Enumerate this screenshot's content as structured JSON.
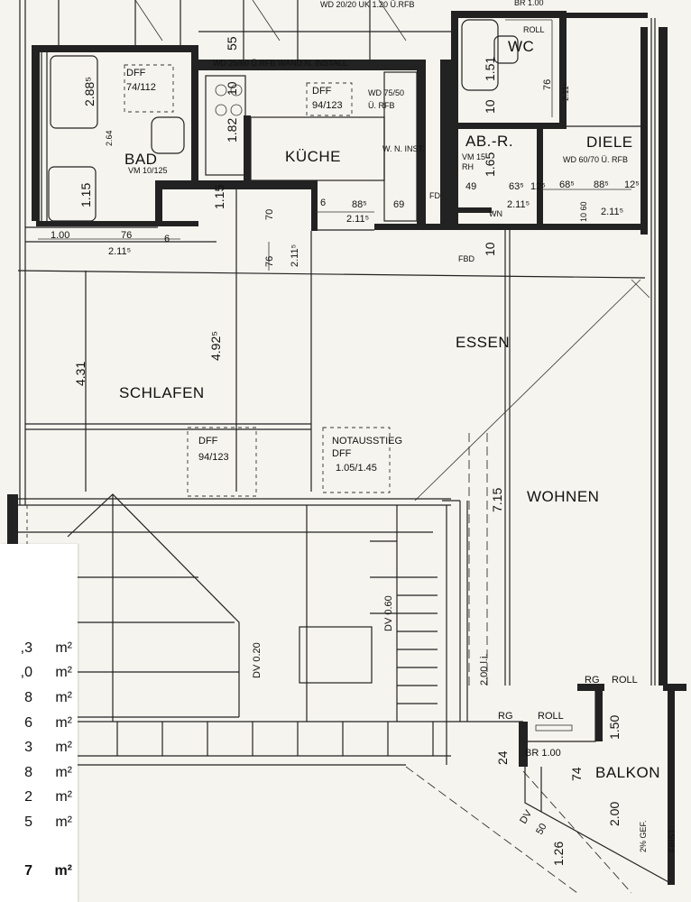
{
  "rooms": {
    "bad": "BAD",
    "kueche": "KÜCHE",
    "wc": "WC",
    "abr": "AB.-R.",
    "diele": "DIELE",
    "essen": "ESSEN",
    "schlafen": "SCHLAFEN",
    "wohnen": "WOHNEN",
    "balkon": "BALKON"
  },
  "windows": {
    "bad_dff": [
      "DFF",
      "74/112"
    ],
    "kueche_dff": [
      "DFF",
      "94/123"
    ],
    "schlafen_dff": [
      "DFF",
      "94/123"
    ],
    "notausstieg": [
      "NOTAUSSTIEG",
      "DFF",
      "1.05/1.45"
    ]
  },
  "notes": {
    "top_left": "WD 20/20 UK 1.20 Ü.RFB",
    "wand_install": "WD 25/60 Ü.RFB  WAND N. INSTALL.",
    "kueche_wd": [
      "WD 75/50",
      "Ü. RFB"
    ],
    "w_n_inst": "W. N. INST.",
    "diele_wd": "WD 60/70 Ü. RFB",
    "bad_vm": "VM 10/125",
    "abr_vm": [
      "VM 15",
      "RH"
    ],
    "roll": "ROLL",
    "br_top": "BR 1.00",
    "rg_roll": [
      "RG",
      "ROLL"
    ],
    "rg_roll_lower": [
      "RG",
      "ROLL"
    ],
    "br_balkon": "BR 1.00",
    "fd": "FD",
    "fbd": "FBD",
    "wn": "WN",
    "gef": "2% GEF.",
    "first": "FIRST"
  },
  "dimensions": {
    "bad_288": "2.88⁵",
    "bad_115": "1.15",
    "bad_264": "2.64",
    "dim_100": "1.00",
    "dim_76": "76",
    "dim_211_a": "2.11⁵",
    "dim_6": "6",
    "dim_55": "55",
    "dim_10": "10",
    "dim_182": "1.82",
    "dim_115_2": "1.15",
    "dim_6_2": "6",
    "dim_885": "88⁵",
    "dim_69": "69",
    "dim_211_b": "2.11⁵",
    "dim_70": "70",
    "dim_76_2": "76",
    "dim_211_c": "2.11⁵",
    "wc_151": "1.51",
    "wc_10": "10",
    "wc_76": "76",
    "wc_211": "2.11⁵",
    "abr_165": "1.65",
    "abr_49": "49",
    "abr_635": "63⁵",
    "abr_125": "12⁵",
    "abr_211": "2.11⁵",
    "diele_685": "68⁵",
    "diele_885": "88⁵",
    "diele_125": "12⁵",
    "diele_211": "2.11⁵",
    "diele_1060": "10 60",
    "ab_10": "10",
    "schlafen_431": "4.31",
    "schlafen_4925": "4.92⁵",
    "wohnen_715": "7.15",
    "dv_020": "DV 0.20",
    "dv_060": "DV 0.60",
    "dim_200_li": "2.00 l.i.",
    "dim_24": "24",
    "dim_74": "74",
    "balkon_150": "1.50",
    "balkon_200": "2.00",
    "balkon_126": "1.26",
    "dv_50": [
      "DV",
      "50"
    ]
  },
  "area_list": {
    "rows": [
      {
        "value": ",3",
        "unit": "m²"
      },
      {
        "value": ",0",
        "unit": "m²"
      },
      {
        "value": "8",
        "unit": "m²"
      },
      {
        "value": "6",
        "unit": "m²"
      },
      {
        "value": "3",
        "unit": "m²"
      },
      {
        "value": "8",
        "unit": "m²"
      },
      {
        "value": "2",
        "unit": "m²"
      },
      {
        "value": "5",
        "unit": "m²"
      }
    ],
    "total": {
      "value": "7",
      "unit": "m²"
    }
  }
}
